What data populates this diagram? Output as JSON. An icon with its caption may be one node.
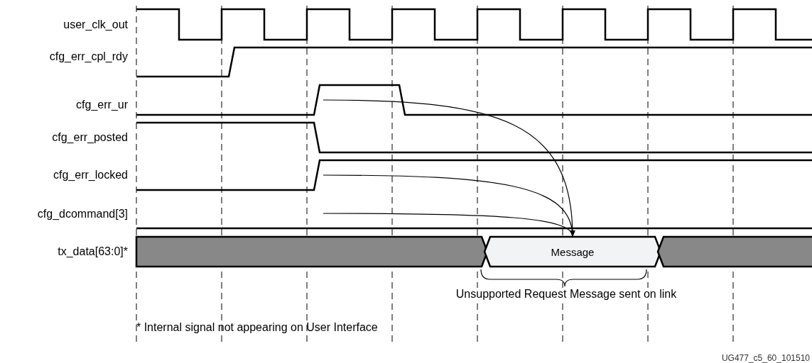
{
  "diagram": {
    "nodes": [
      {
        "text": [],
        "shape": "bar"
      },
      {
        "text": [
          "Message"
        ]
      },
      {
        "text": [],
        "shape": "bar"
      }
    ],
    "edges": [
      {
        "from": null,
        "to": 1,
        "arrow": "to"
      },
      {
        "from": null,
        "to": 1,
        "arrow": "to"
      },
      {
        "from": null,
        "to": 1,
        "arrow": "to"
      }
    ],
    "labels": [
      "user_clk_out",
      "cfg_err_cpl_rdy",
      "cfg_err_ur",
      "cfg_err_posted",
      "cfg_err_locked",
      "cfg_dcommand[3]",
      "tx_data[63:0]*",
      "Unsupported Request Message sent on link",
      "* Internal signal not appearing on User Interface",
      "UG477_c5_60_101510"
    ]
  }
}
